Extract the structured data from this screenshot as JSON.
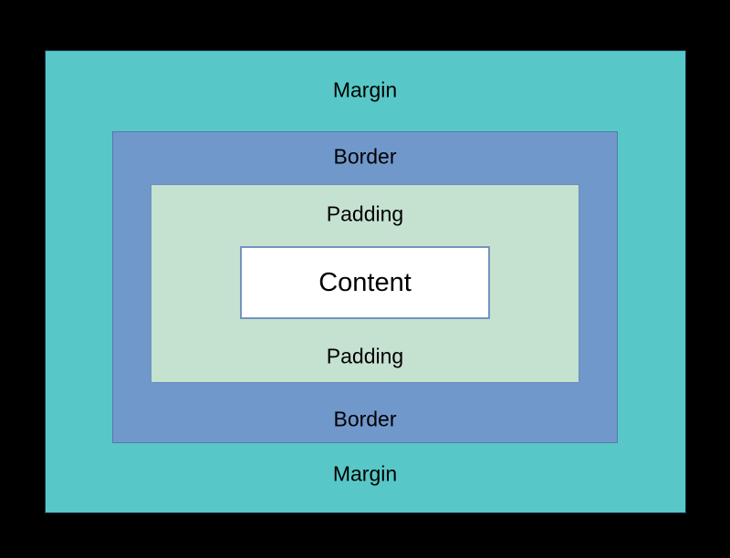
{
  "diagram": {
    "background_color": "#000000",
    "text_color": "#000000",
    "boxes": {
      "margin": {
        "label": "Margin",
        "fill": "#58c7c7",
        "stroke": "#1c3c55"
      },
      "border": {
        "label": "Border",
        "fill": "#7198cb",
        "stroke": "#5579a9"
      },
      "padding": {
        "label": "Padding",
        "fill": "#c5e1d0",
        "stroke": "#6b8fbb"
      },
      "content": {
        "label": "Content",
        "fill": "#ffffff",
        "stroke": "#7494bc"
      }
    }
  }
}
